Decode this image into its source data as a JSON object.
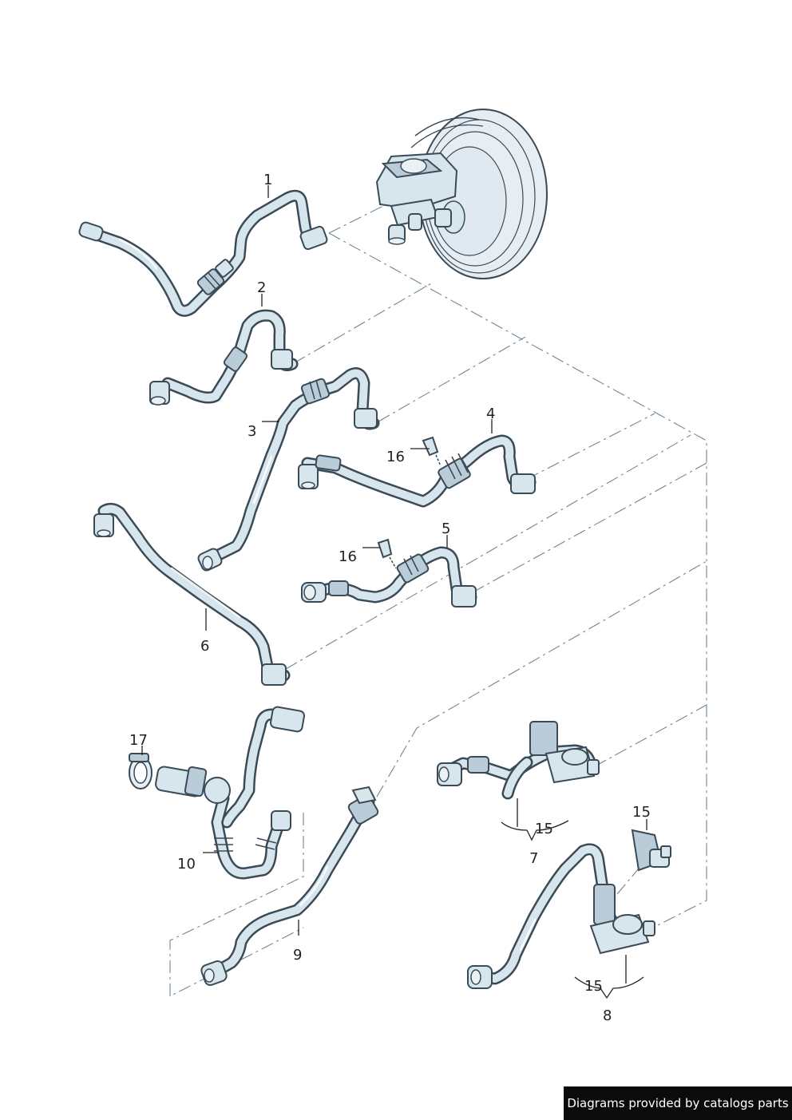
{
  "callouts": {
    "c1": "1",
    "c2": "2",
    "c3": "3",
    "c4": "4",
    "c5": "5",
    "c6": "6",
    "c7": "7",
    "c8": "8",
    "c9": "9",
    "c10": "10",
    "c15a": "15",
    "c15b": "15",
    "c15c": "15",
    "c16a": "16",
    "c16b": "16",
    "c17": "17"
  },
  "footer": {
    "credit": "Diagrams provided by catalogs parts"
  }
}
